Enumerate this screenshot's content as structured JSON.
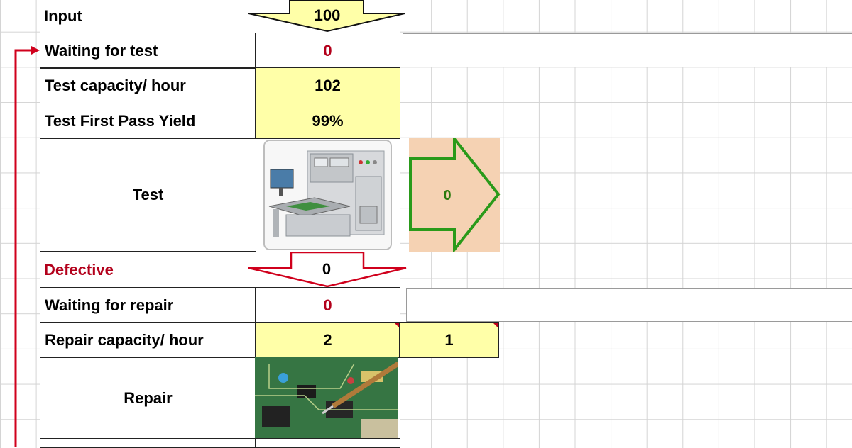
{
  "rows": {
    "input": {
      "label": "Input",
      "value": "100"
    },
    "waiting_test": {
      "label": "Waiting for test",
      "value": "0"
    },
    "test_capacity": {
      "label": "Test capacity/ hour",
      "value": "102"
    },
    "test_yield": {
      "label": "Test First Pass Yield",
      "value": "99%"
    },
    "test_stage": {
      "label": "Test",
      "output_value": "0"
    },
    "defective": {
      "label": "Defective",
      "value": "0"
    },
    "waiting_repair": {
      "label": "Waiting for repair",
      "value": "0"
    },
    "repair_capacity": {
      "label": "Repair capacity/ hour",
      "value": "2",
      "extra_value": "1"
    },
    "repair_stage": {
      "label": "Repair"
    }
  },
  "colors": {
    "yellow_fill": "#ffffa8",
    "defect_red": "#b3001b",
    "pass_green": "#2a9a1a",
    "output_fill": "#f5d2b3",
    "feedback_red": "#d0001c",
    "grid": "#d4d4d4"
  },
  "icons": {
    "test_machine": "test-machine-photo",
    "repair": "circuit-board-repair-photo"
  }
}
